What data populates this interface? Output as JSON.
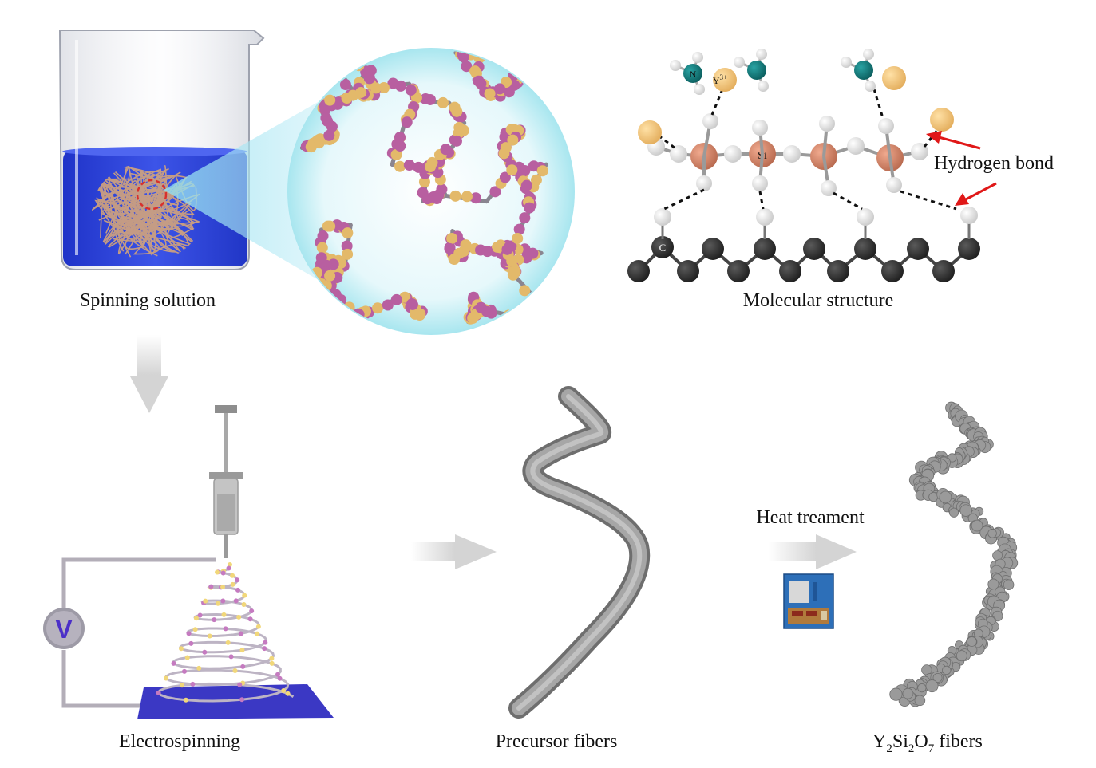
{
  "captions": {
    "spinning_solution": "Spinning solution",
    "molecular_structure": "Molecular structure",
    "electrospinning": "Electrospinning",
    "precursor_fibers": "Precursor fibers",
    "heat_treatment": "Heat treament",
    "hydrogen_bond": "Hydrogen bond",
    "product_y": "Y",
    "product_sub1": "2",
    "product_si": "Si",
    "product_sub2": "2",
    "product_o": "O",
    "product_sub3": "7",
    "product_tail": " fibers"
  },
  "atom_labels": {
    "nitrogen": "N",
    "yttrium": "Y",
    "yttrium_charge": "3+",
    "silicon": "Si",
    "carbon": "C"
  },
  "voltmeter_label": "V",
  "colors": {
    "solution_blue": "#2b3fd6",
    "yellow_bead": "#e3b96a",
    "pink_bead": "#b85fa0",
    "fiber_gray": "#8a8a8a",
    "si_atom": "#cf7e63",
    "teal_atom": "#127a7a",
    "carbon_atom": "#2f2f2f",
    "arrow_red": "#e01818",
    "arrow_gray": "#d4d4d4",
    "collector": "#3b38c4"
  }
}
